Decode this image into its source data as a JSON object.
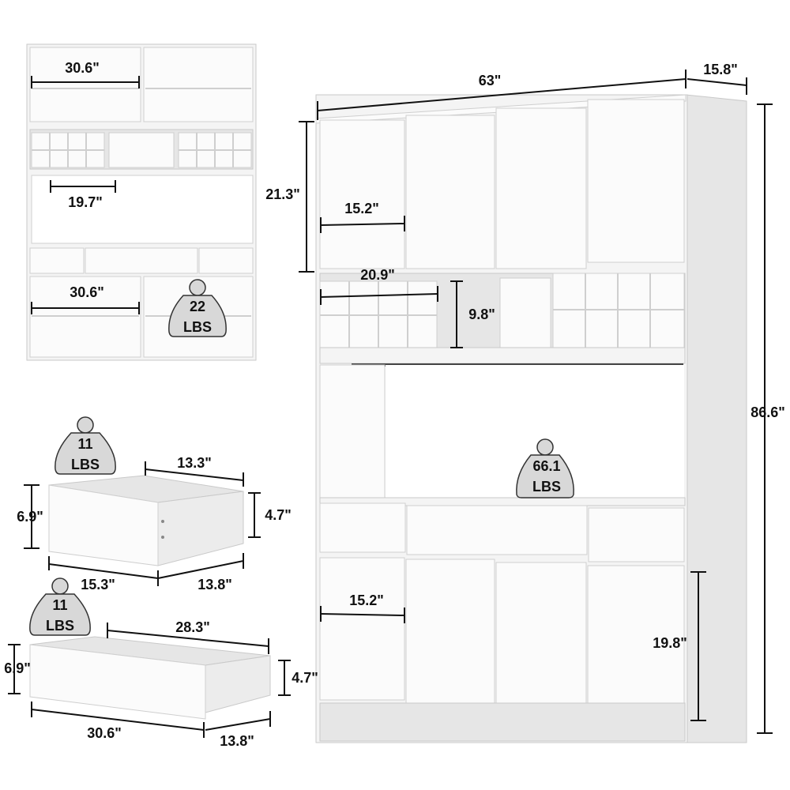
{
  "main_cabinet": {
    "width": "63\"",
    "depth": "15.8\"",
    "height": "86.6\"",
    "upper_cabinet_height": "21.3\"",
    "upper_door_width": "15.2\"",
    "cubby_width": "20.9\"",
    "cubby_height": "9.8\"",
    "counter_load": {
      "value": "66.1",
      "unit": "LBS"
    },
    "lower_door_width": "15.2\"",
    "lower_cabinet_height": "19.8\""
  },
  "inside_view": {
    "upper_shelf_width": "30.6\"",
    "open_area_width": "19.7\"",
    "lower_shelf_width": "30.6\"",
    "shelf_load": {
      "value": "22",
      "unit": "LBS"
    }
  },
  "small_drawer": {
    "load": {
      "value": "11",
      "unit": "LBS"
    },
    "inner_width": "13.3\"",
    "outer_height": "6.9\"",
    "inner_height": "4.7\"",
    "width": "15.3\"",
    "depth": "13.8\""
  },
  "large_drawer": {
    "load": {
      "value": "11",
      "unit": "LBS"
    },
    "inner_width": "28.3\"",
    "outer_height": "6.9\"",
    "inner_height": "4.7\"",
    "width": "30.6\"",
    "depth": "13.8\""
  }
}
